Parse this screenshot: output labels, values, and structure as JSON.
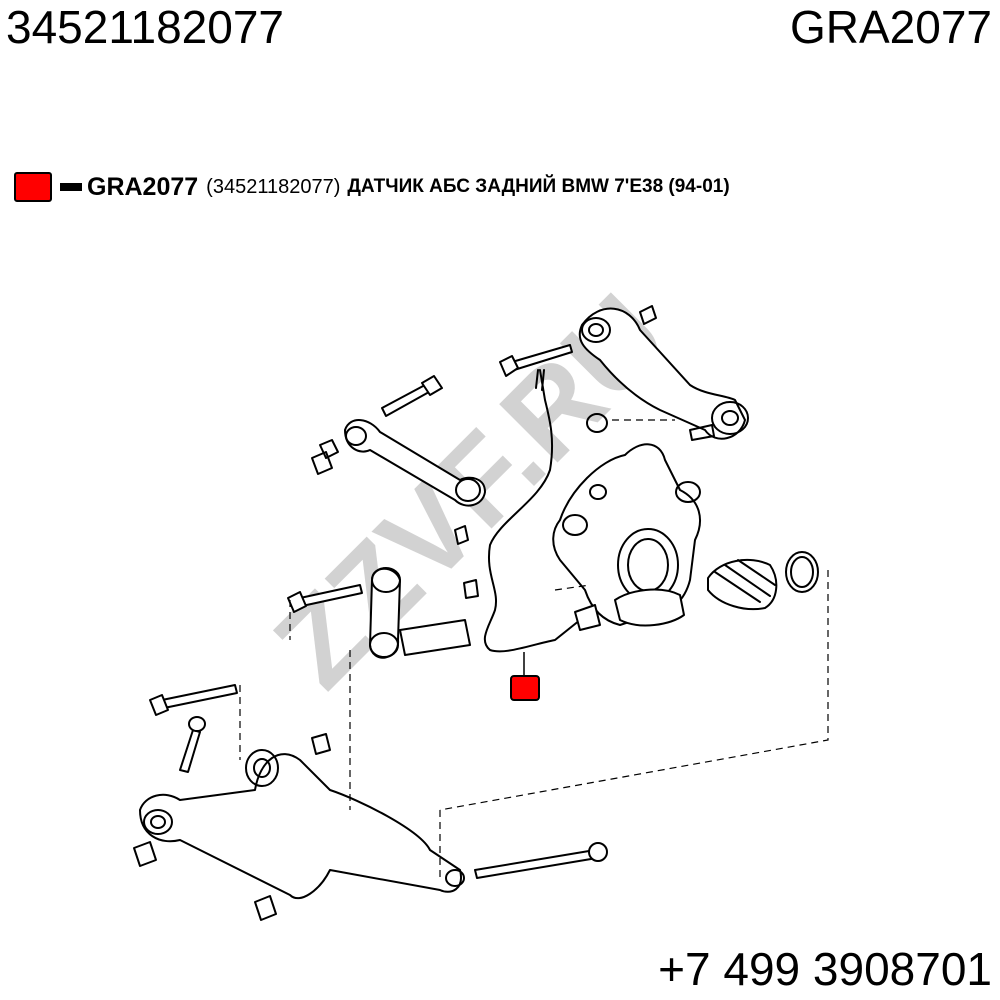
{
  "header": {
    "part_number": "34521182077",
    "brand_code": "GRA2077"
  },
  "legend": {
    "marker_color": "#ff0000",
    "code": "GRA2077",
    "oem": "(34521182077)",
    "description": "ДАТЧИК АБС ЗАДНИЙ BMW 7'E38 (94-01)"
  },
  "watermark": {
    "text": "ZZVF.RU",
    "color": "#c8c8c8"
  },
  "diagram": {
    "highlight_color": "#ff0000",
    "line_color": "#000000"
  },
  "footer": {
    "phone": "+7 499 3908701"
  }
}
